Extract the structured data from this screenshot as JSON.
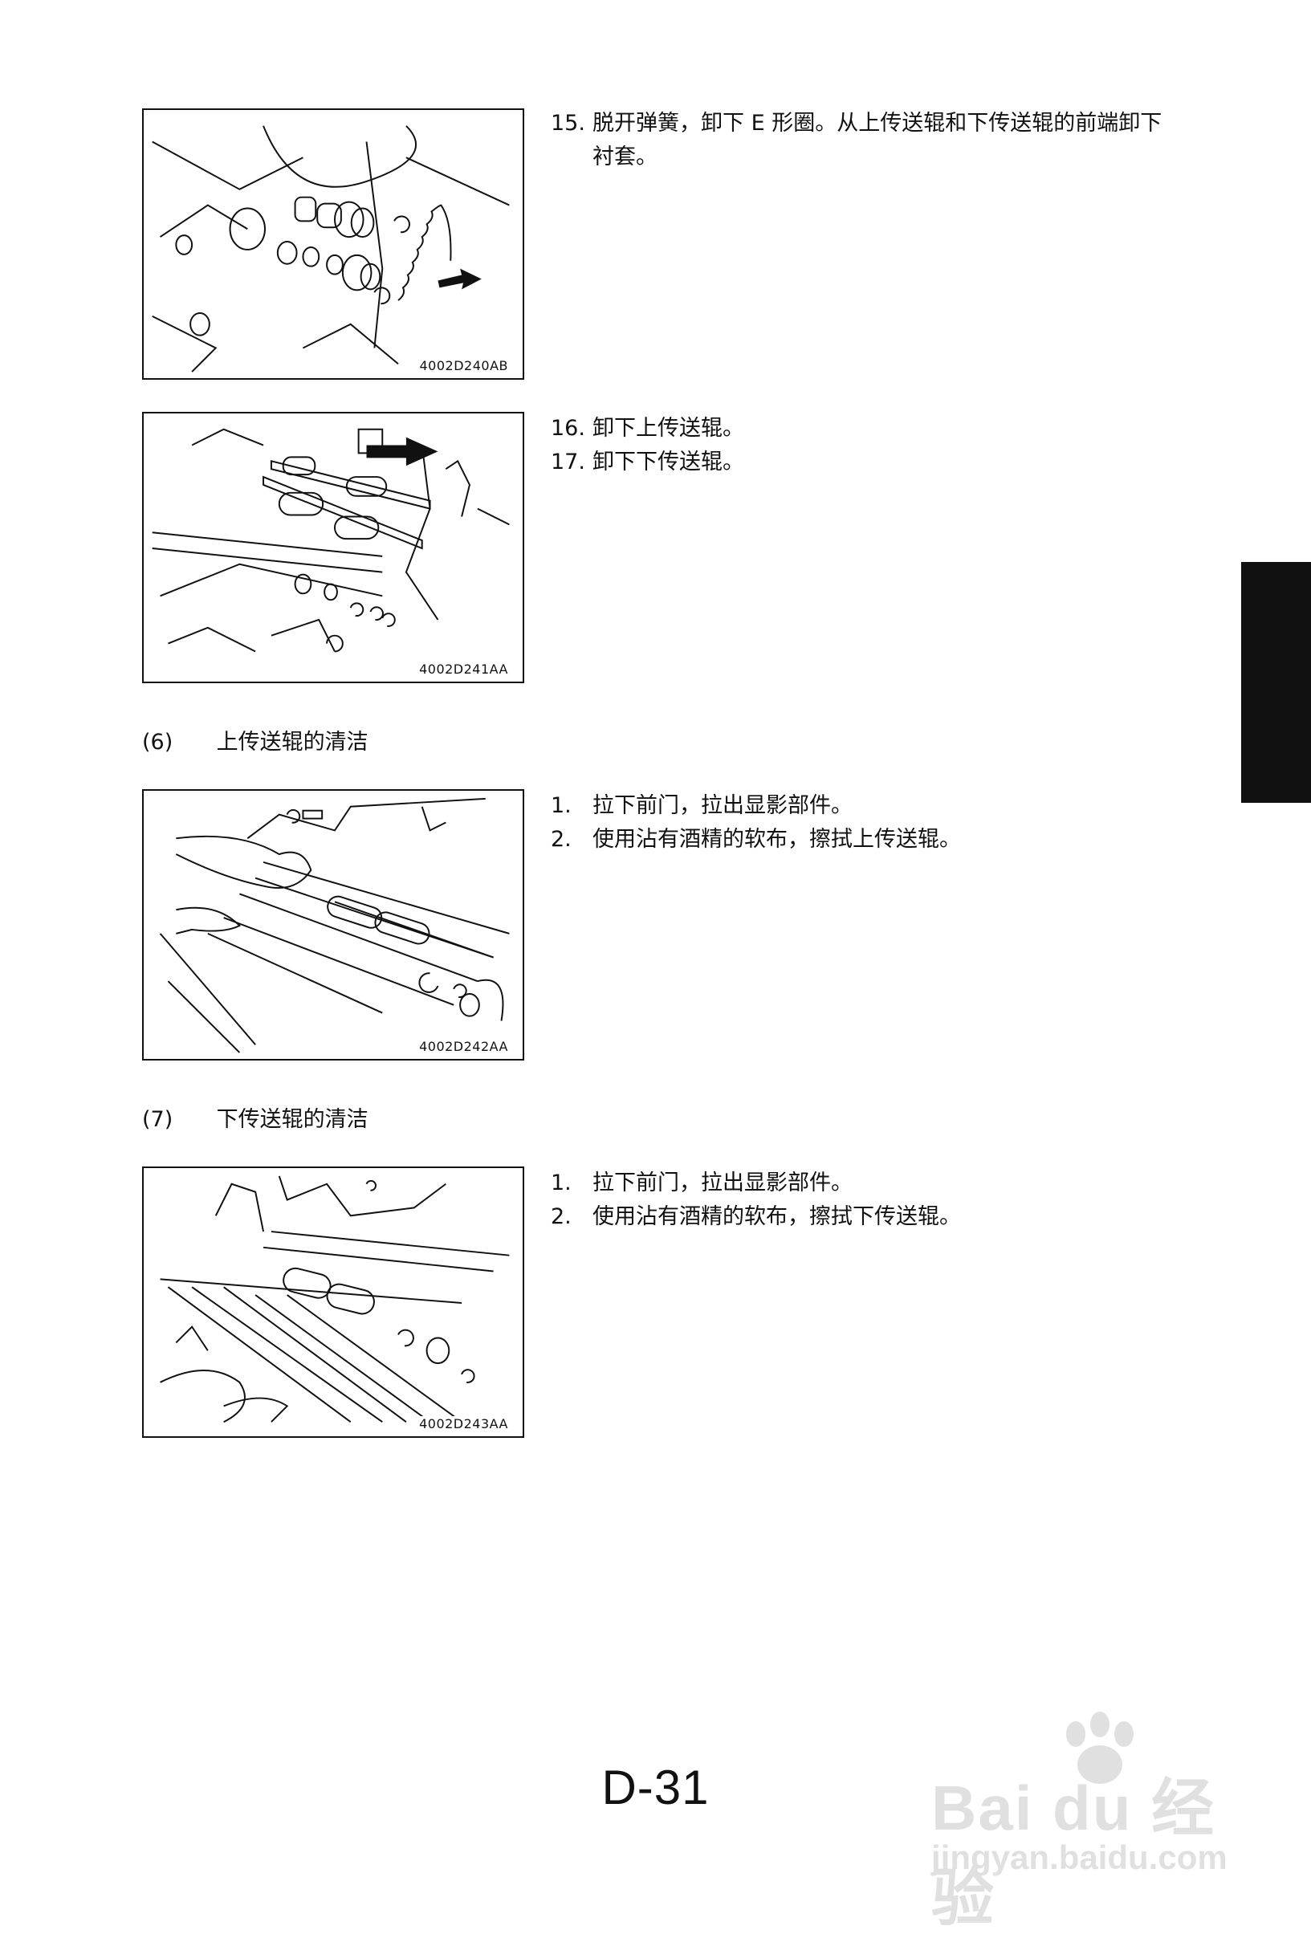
{
  "figures": [
    {
      "code": "4002D240AB"
    },
    {
      "code": "4002D241AA"
    },
    {
      "code": "4002D242AA"
    },
    {
      "code": "4002D243AA"
    }
  ],
  "steps_a": [
    {
      "num": "15.",
      "text": "脱开弹簧，卸下 E 形圈。从上传送辊和下传送辊的前端卸下衬套。"
    }
  ],
  "steps_b": [
    {
      "num": "16.",
      "text": "卸下上传送辊。"
    },
    {
      "num": "17.",
      "text": "卸下下传送辊。"
    }
  ],
  "section6": {
    "num": "(6)",
    "title": "上传送辊的清洁",
    "steps": [
      {
        "num": "1.",
        "text": "拉下前门，拉出显影部件。"
      },
      {
        "num": "2.",
        "text": "使用沾有酒精的软布，擦拭上传送辊。"
      }
    ]
  },
  "section7": {
    "num": "(7)",
    "title": "下传送辊的清洁",
    "steps": [
      {
        "num": "1.",
        "text": "拉下前门，拉出显影部件。"
      },
      {
        "num": "2.",
        "text": "使用沾有酒精的软布，擦拭下传送辊。"
      }
    ]
  },
  "page_number": "D-31",
  "watermark": {
    "brand": "Bai du 经验",
    "url": "jingyan.baidu.com"
  }
}
